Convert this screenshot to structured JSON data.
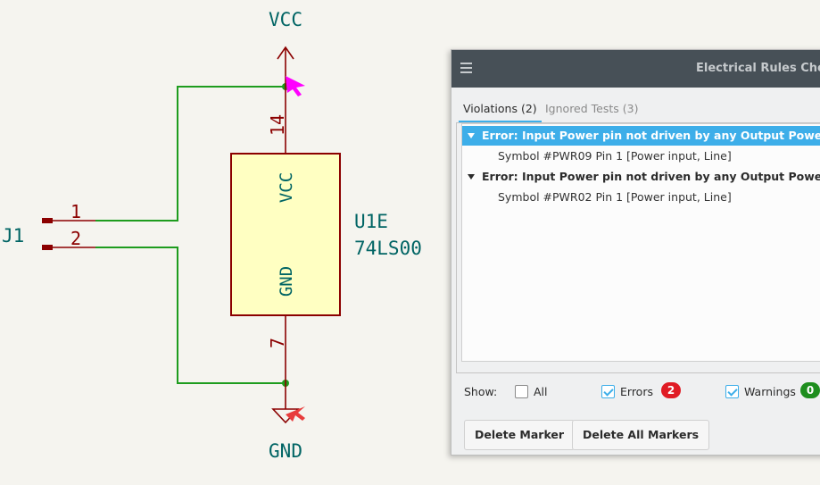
{
  "schematic": {
    "power_top_label": "VCC",
    "power_bottom_label": "GND",
    "connector_ref": "J1",
    "connector_pin1": "1",
    "connector_pin2": "2",
    "ic_pin_top_number": "14",
    "ic_pin_bottom_number": "7",
    "ic_pin_top_name": "VCC",
    "ic_pin_bottom_name": "GND",
    "ic_ref": "U1E",
    "ic_value": "74LS00",
    "colors": {
      "background": "#f5f4ef",
      "wire": "#1e9c1e",
      "pin": "#8b0000",
      "label": "#006464",
      "symbol_body": "#ffffc2",
      "marker": "#ff00ff",
      "marker_secondary": "#e83c3c"
    }
  },
  "dialog": {
    "title": "Electrical Rules Checker",
    "tabs": [
      {
        "label": "Violations (2)",
        "active": true
      },
      {
        "label": "Ignored Tests (3)",
        "active": false
      }
    ],
    "violations": [
      {
        "severity": "error",
        "title": "Error: Input Power pin not driven by any Output Power pins",
        "detail": "Symbol #PWR09 Pin 1 [Power input, Line]",
        "selected": true
      },
      {
        "severity": "error",
        "title": "Error: Input Power pin not driven by any Output Power pins",
        "detail": "Symbol #PWR02 Pin 1 [Power input, Line]",
        "selected": false
      }
    ],
    "show_label": "Show:",
    "filters": {
      "all": {
        "label": "All",
        "checked": false
      },
      "errors": {
        "label": "Errors",
        "checked": true,
        "count": "2",
        "badge_color": "#e01b24"
      },
      "warnings": {
        "label": "Warnings",
        "checked": true,
        "count": "0",
        "badge_color": "#1e8e1e"
      }
    },
    "buttons": {
      "delete_marker": "Delete Marker",
      "delete_all_markers": "Delete All Markers"
    },
    "colors": {
      "titlebar": "#475057",
      "selection": "#3daee9"
    }
  }
}
